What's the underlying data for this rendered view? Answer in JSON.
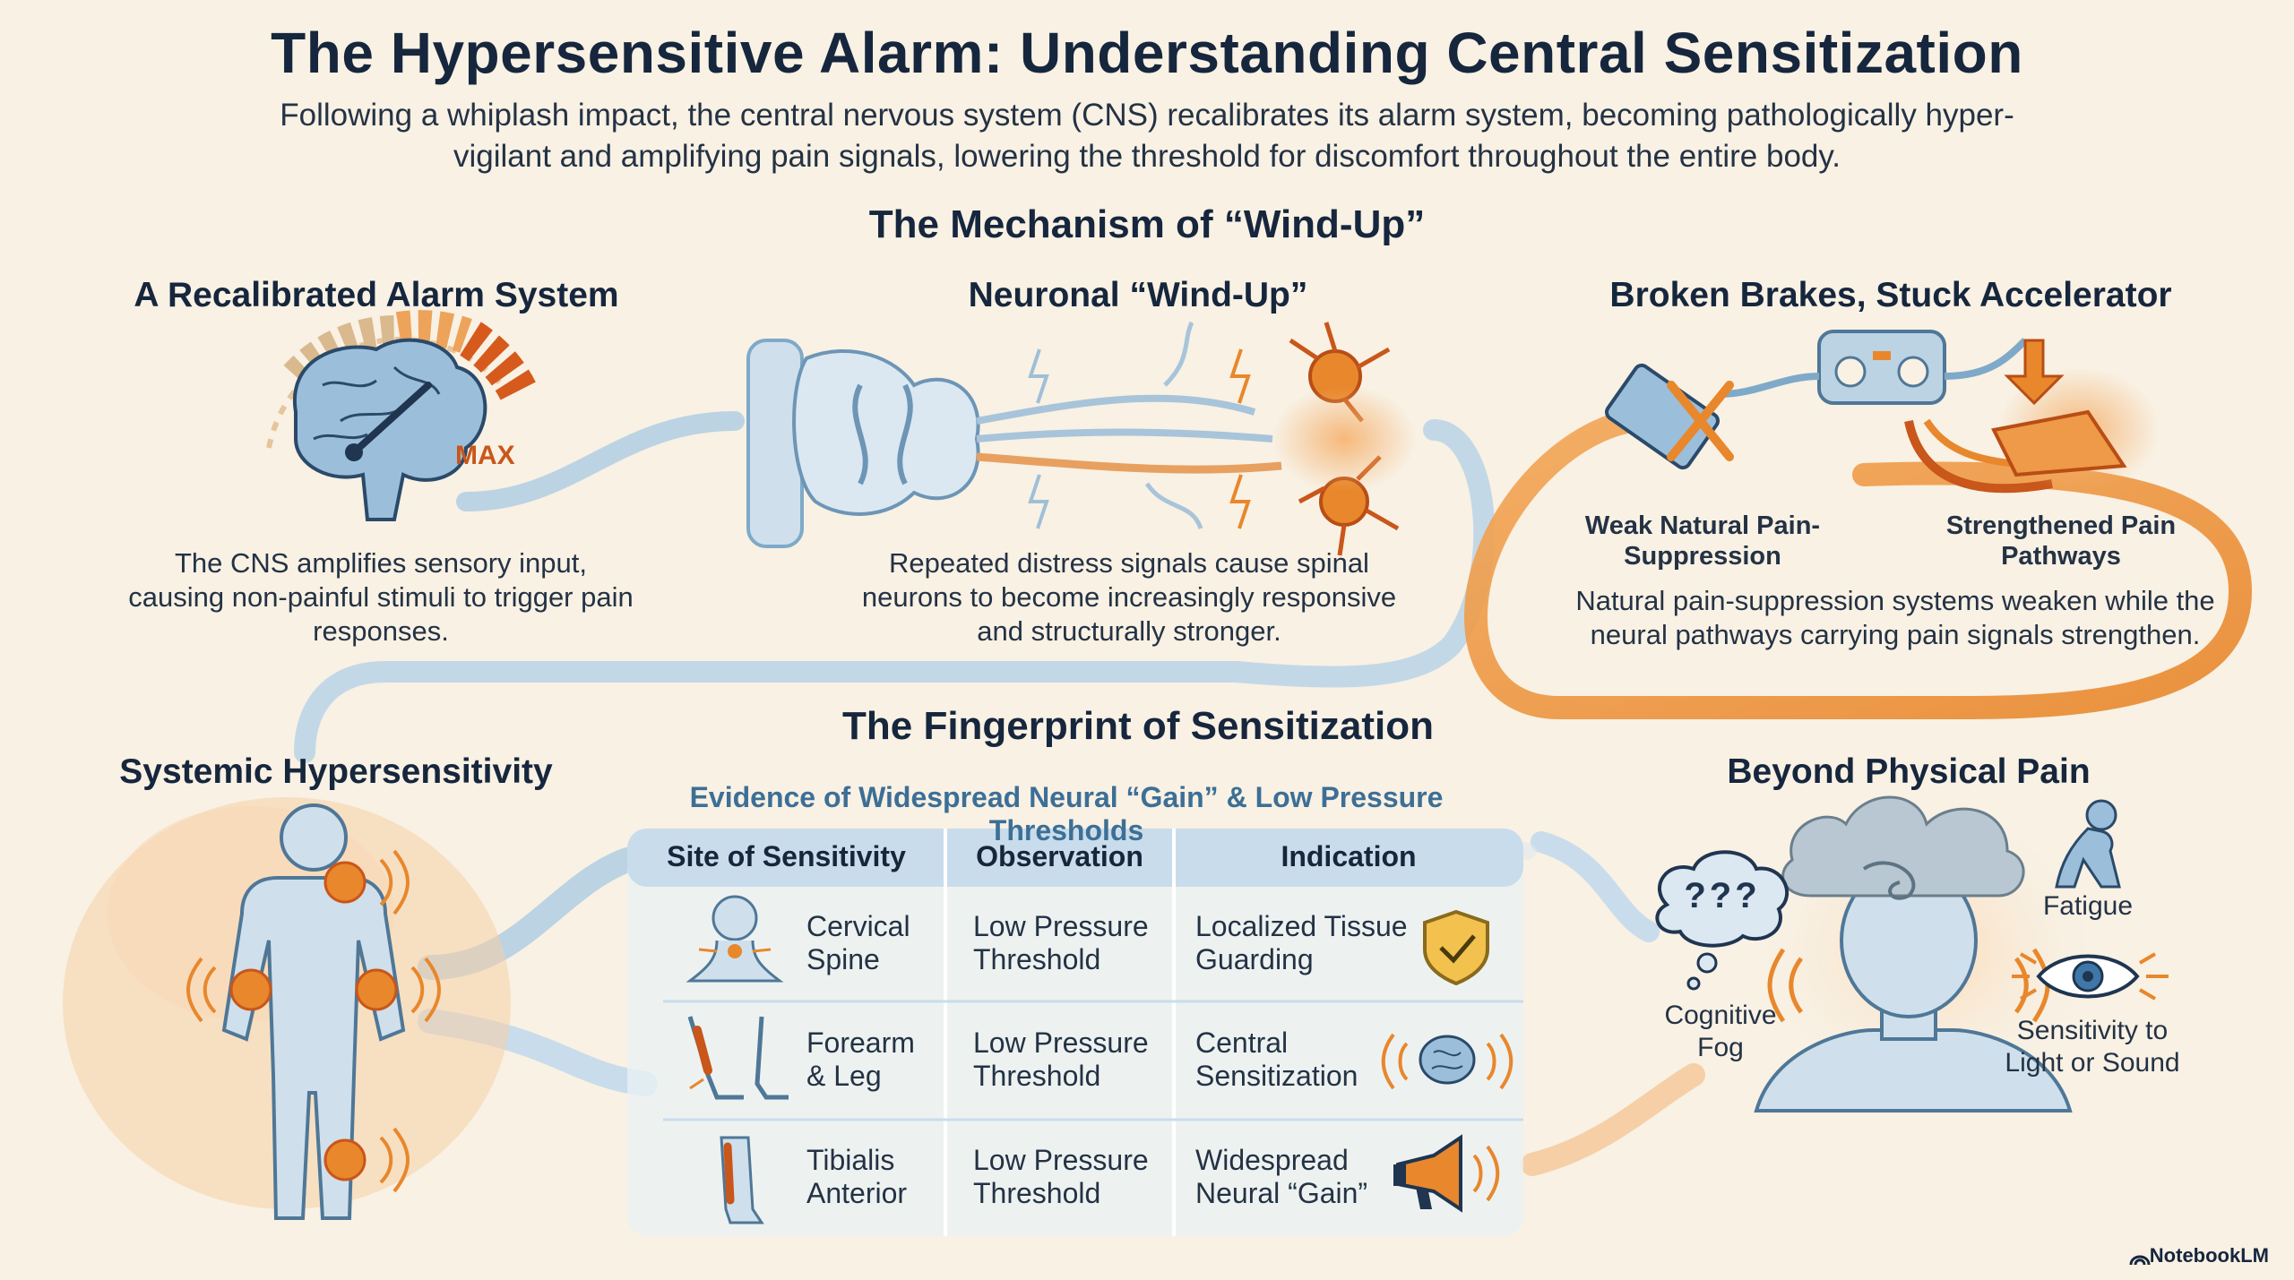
{
  "title": "The Hypersensitive Alarm: Understanding Central Sensitization",
  "subtitle": "Following a whiplash impact, the central nervous system (CNS) recalibrates its alarm system, becoming pathologically hyper-vigilant and amplifying pain signals, lowering the threshold for discomfort throughout the entire body.",
  "mechanism": {
    "heading": "The Mechanism of “Wind-Up”",
    "panels": [
      {
        "title": "A Recalibrated Alarm System",
        "gauge_label": "MAX",
        "text": "The CNS amplifies sensory input, causing non-painful stimuli to trigger pain responses."
      },
      {
        "title": "Neuronal “Wind-Up”",
        "text": "Repeated distress signals cause spinal neurons to become increasingly responsive and structurally stronger."
      },
      {
        "title": "Broken Brakes, Stuck Accelerator",
        "label_left": "Weak Natural Pain-Suppression",
        "label_right": "Strengthened Pain Pathways",
        "text": "Natural pain-suppression systems weaken while the neural pathways carrying pain signals strengthen."
      }
    ]
  },
  "fingerprint": {
    "heading": "The Fingerprint of Sensitization",
    "left_title": "Systemic Hypersensitivity",
    "right_title": "Beyond Physical Pain",
    "table": {
      "caption": "Evidence of Widespread Neural “Gain” & Low Pressure Thresholds",
      "headers": [
        "Site of Sensitivity",
        "Observation",
        "Indication"
      ],
      "rows": [
        {
          "site": "Cervical Spine",
          "observation": "Low Pressure Threshold",
          "indication": "Localized Tissue Guarding",
          "site_icon": "neck-icon",
          "indication_icon": "shield-check-icon"
        },
        {
          "site": "Forearm & Leg",
          "observation": "Low Pressure Threshold",
          "indication": "Central Sensitization",
          "site_icon": "limbs-icon",
          "indication_icon": "brain-waves-icon"
        },
        {
          "site": "Tibialis Anterior",
          "observation": "Low Pressure Threshold",
          "indication": "Widespread Neural “Gain”",
          "site_icon": "shin-icon",
          "indication_icon": "megaphone-icon"
        }
      ]
    },
    "symptoms": {
      "fog_mark": "???",
      "cognitive": "Cognitive Fog",
      "fatigue": "Fatigue",
      "sensitivity": "Sensitivity to Light or Sound"
    }
  },
  "brand": "NotebookLM",
  "colors": {
    "background": "#f8f1e4",
    "navy": "#16263d",
    "blue": "#7fa9c8",
    "light_blue": "#cfe0ec",
    "orange": "#e8872c",
    "dark_orange": "#c9561a"
  }
}
